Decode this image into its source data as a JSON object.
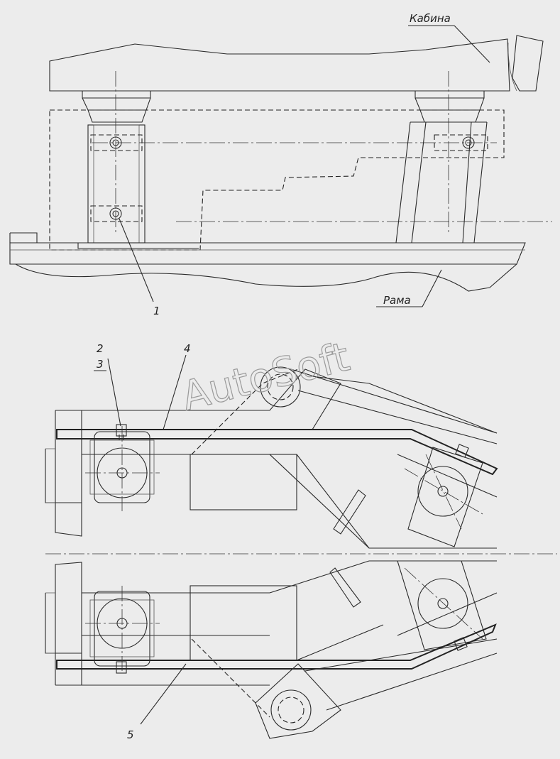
{
  "labels": {
    "cabin": "Кабина",
    "frame": "Рама",
    "item_1": "1",
    "item_2": "2",
    "item_3": "3",
    "item_4": "4",
    "item_5": "5"
  },
  "watermark": "AutoSoft",
  "colors": {
    "background": "#ececec",
    "line": "#2a2a2a",
    "watermark": "#9a9a9a"
  }
}
